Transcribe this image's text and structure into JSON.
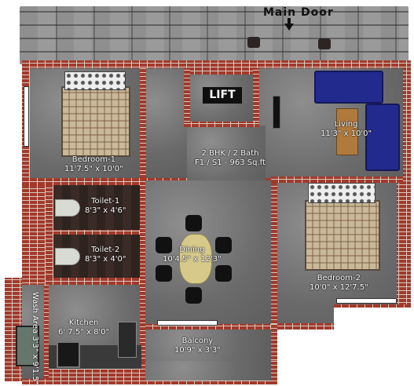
{
  "header": {
    "main_door": "Main Door"
  },
  "summary": {
    "line1": "2 BHK / 2 Bath",
    "line2": "F1 / S1 - 963 Sq.ft"
  },
  "lift": "LIFT",
  "rooms": {
    "bedroom1": {
      "name": "Bedroom-1",
      "dims": "11'7.5\" x 10'0\""
    },
    "bedroom2": {
      "name": "Bedroom-2",
      "dims": "10'0\" x 12'7.5\""
    },
    "living": {
      "name": "Living",
      "dims": "11'3\" x 10'0\""
    },
    "dining": {
      "name": "Dining",
      "dims": "10'4.5\" x 12'3\""
    },
    "toilet1": {
      "name": "Toilet-1",
      "dims": "8'3\" x 4'6\""
    },
    "toilet2": {
      "name": "Toilet-2",
      "dims": "8'3\" x 4'0\""
    },
    "kitchen": {
      "name": "Kitchen",
      "dims": "6' 7.5\" x 8'0\""
    },
    "balcony": {
      "name": "Balcony",
      "dims": "10'9\" x 3'3\""
    },
    "wash": {
      "name": "Wash Area",
      "dims": "3'3\" x 9'1.5\""
    }
  },
  "colors": {
    "brick": "#a13a2c",
    "sofa": "#232a8e",
    "floor": "#6b6b6b",
    "wood_floor": "#33261f"
  }
}
